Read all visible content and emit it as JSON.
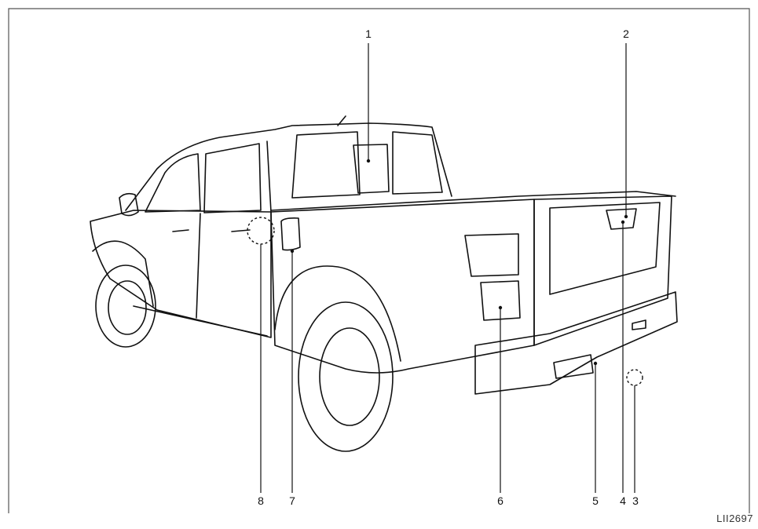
{
  "diagram": {
    "callouts": [
      {
        "id": "1",
        "label": "1"
      },
      {
        "id": "2",
        "label": "2"
      },
      {
        "id": "3",
        "label": "3"
      },
      {
        "id": "4",
        "label": "4"
      },
      {
        "id": "5",
        "label": "5"
      },
      {
        "id": "6",
        "label": "6"
      },
      {
        "id": "7",
        "label": "7"
      },
      {
        "id": "8",
        "label": "8"
      }
    ],
    "reference_code": "LII2697"
  },
  "colors": {
    "line": "#111111",
    "background": "#ffffff",
    "border": "#555555"
  }
}
